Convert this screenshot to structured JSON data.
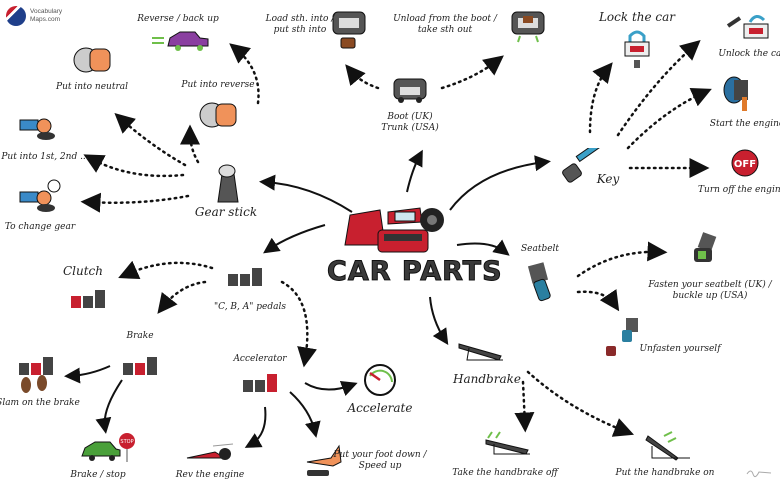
{
  "logo": {
    "line1": "Vocabulary",
    "line2": "Maps.com"
  },
  "title": "CAR PARTS",
  "gear_stick": {
    "label": "Gear stick",
    "children": [
      "Put into neutral",
      "Put into reverse",
      "Put into 1st, 2nd ...",
      "To change gear"
    ],
    "reverse_child": "Reverse / back up"
  },
  "boot": {
    "label_line1": "Boot (UK)",
    "label_line2": "Trunk (USA)",
    "load_line1": "Load sth. into /",
    "load_line2": "put sth into",
    "unload_line1": "Unload from the boot /",
    "unload_line2": "take sth out"
  },
  "key": {
    "label": "Key",
    "children": [
      "Lock the car",
      "Unlock the car",
      "Start the engine",
      "Turn off the engine"
    ],
    "off_button": "OFF"
  },
  "pedals": {
    "label": "\"C, B, A\" pedals",
    "clutch": "Clutch",
    "brake": "Brake",
    "accelerator": "Accelerator",
    "brake_children": [
      "Slam on the brake",
      "Brake / stop"
    ],
    "accelerator_children": [
      "Rev the engine",
      "Accelerate"
    ],
    "foot_down_line1": "Put your foot down /",
    "foot_down_line2": "Speed up",
    "stop_sign": "STOP"
  },
  "seatbelt": {
    "label": "Seatbelt",
    "fasten_line1": "Fasten your seatbelt (UK) /",
    "fasten_line2": "buckle up (USA)",
    "unfasten": "Unfasten yourself"
  },
  "handbrake": {
    "label": "Handbrake",
    "children": [
      "Take the handbrake off",
      "Put the handbrake on"
    ]
  },
  "colors": {
    "accent_red": "#c8202f",
    "green": "#6fbf4a",
    "blue": "#3aa0c8",
    "dark": "#222222"
  }
}
